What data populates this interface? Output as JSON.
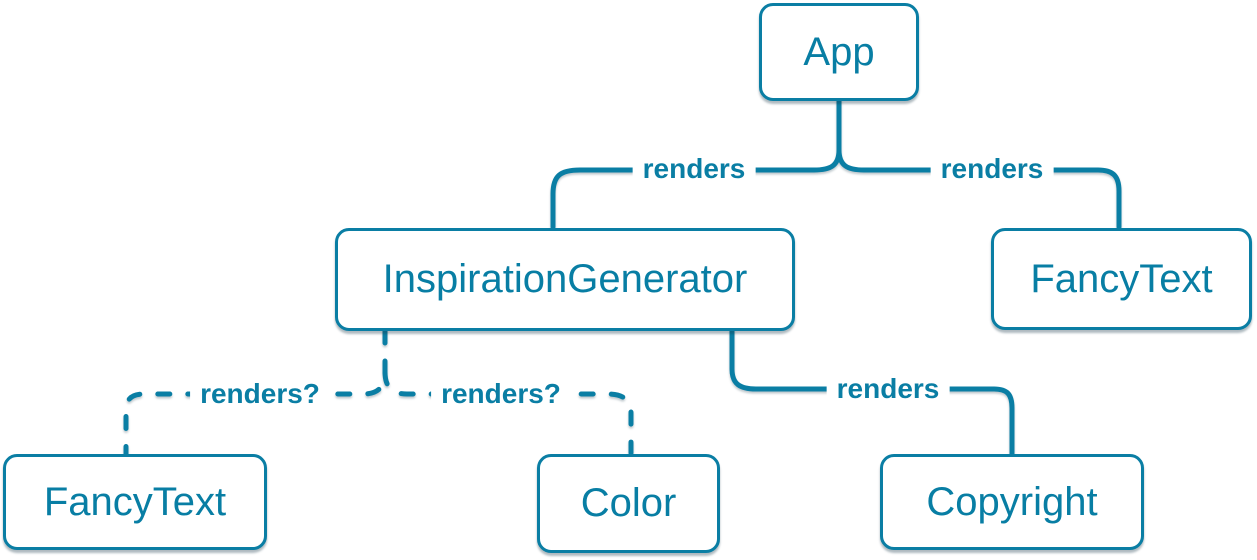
{
  "diagram": {
    "kind": "component-render-tree",
    "colors": {
      "background": "#ffffff",
      "line": "#0a7ea4",
      "box_border": "#0a7ea4",
      "box_fill": "#ffffff",
      "box_text": "#087ea4",
      "edge_label_text": "#0a7ea4"
    },
    "nodes": [
      {
        "id": "app",
        "label": "App"
      },
      {
        "id": "inspiration-generator",
        "label": "InspirationGenerator"
      },
      {
        "id": "fancy-text-top",
        "label": "FancyText"
      },
      {
        "id": "fancy-text-bottom",
        "label": "FancyText"
      },
      {
        "id": "color",
        "label": "Color"
      },
      {
        "id": "copyright",
        "label": "Copyright"
      }
    ],
    "edges": [
      {
        "id": "app-to-inspiration-generator",
        "label": "renders",
        "style": "solid"
      },
      {
        "id": "app-to-fancy-text",
        "label": "renders",
        "style": "solid"
      },
      {
        "id": "inspiration-generator-to-fancy-text",
        "label": "renders?",
        "style": "dashed"
      },
      {
        "id": "inspiration-generator-to-color",
        "label": "renders?",
        "style": "dashed"
      },
      {
        "id": "inspiration-generator-to-copyright",
        "label": "renders",
        "style": "solid"
      }
    ]
  }
}
